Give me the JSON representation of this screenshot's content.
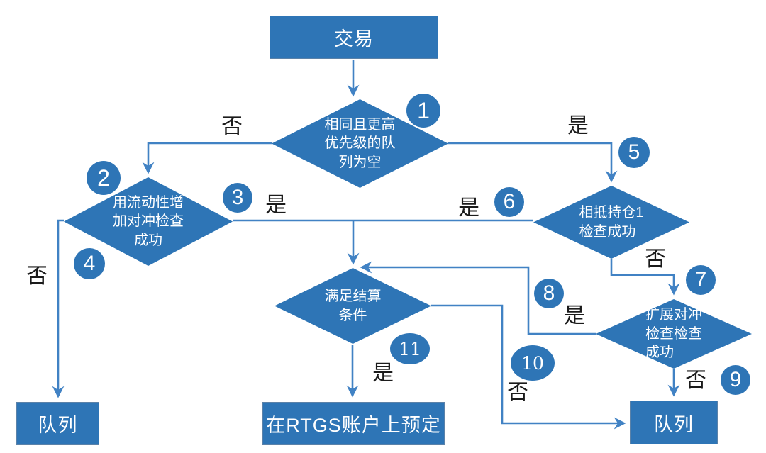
{
  "colors": {
    "shape_fill": "#2e75b6",
    "connector": "#4182c4",
    "shape_text": "#ffffff",
    "label_text": "#1b1b1b",
    "background": "#ffffff"
  },
  "nodes": {
    "transaction": {
      "label": "交易"
    },
    "priority_queue_empty": {
      "label": "相同且更高\n优先级的队\n列为空"
    },
    "liquidity_offset_check": {
      "label": "用流动性增\n加对冲检查\n成功"
    },
    "offset_position_check": {
      "label": "相抵持仓1\n检查成功"
    },
    "settlement_condition": {
      "label": "满足结算\n条件"
    },
    "extended_offset_check": {
      "label": "扩展对冲\n检查检查\n成功"
    },
    "queue_left": {
      "label": "队列"
    },
    "rtgs_reserve": {
      "label": "在RTGS账户上预定"
    },
    "queue_right": {
      "label": "队列"
    }
  },
  "badges": {
    "b1": "1",
    "b2": "2",
    "b3": "3",
    "b4": "4",
    "b5": "5",
    "b6": "6",
    "b7": "7",
    "b8": "8",
    "b9": "9",
    "b10": "10",
    "b11": "11"
  },
  "edge_labels": {
    "no_to_liquidity_check": "否",
    "yes_to_offset_position": "是",
    "yes_from_liquidity_check": "是",
    "no_from_liquidity_check": "否",
    "yes_from_offset_position": "是",
    "no_from_offset_position": "否",
    "yes_from_extended_check": "是",
    "no_from_extended_check": "否",
    "no_from_settlement": "否",
    "yes_from_settlement": "是"
  }
}
